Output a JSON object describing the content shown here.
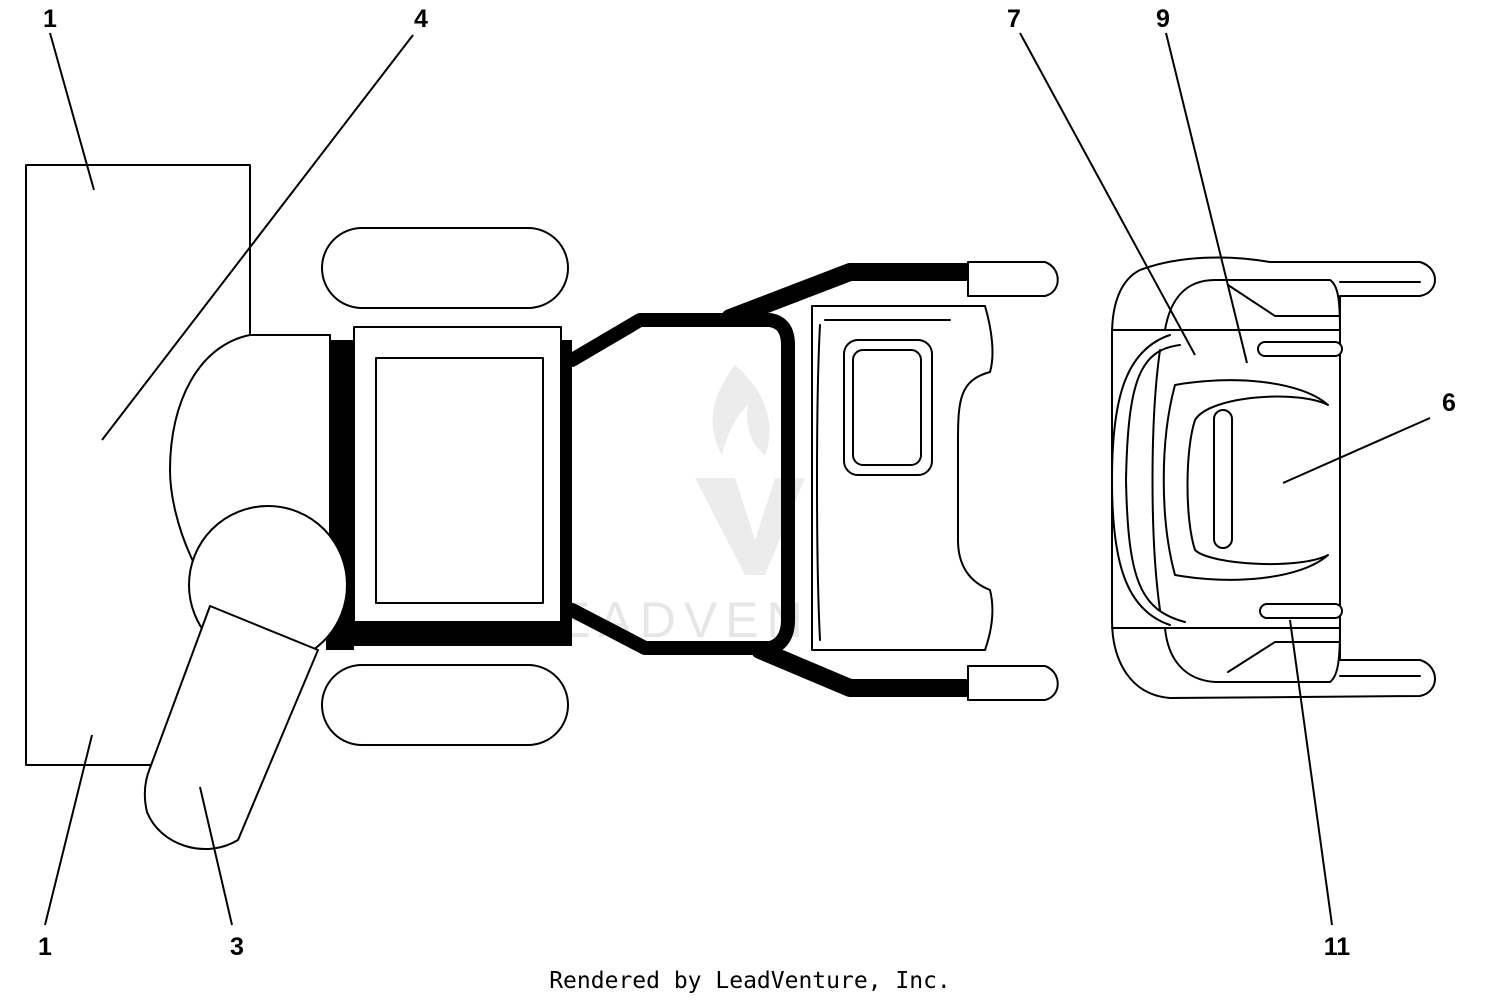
{
  "callouts": [
    {
      "id": "c1a",
      "label": "1"
    },
    {
      "id": "c4",
      "label": "4"
    },
    {
      "id": "c7",
      "label": "7"
    },
    {
      "id": "c9",
      "label": "9"
    },
    {
      "id": "c6",
      "label": "6"
    },
    {
      "id": "c1b",
      "label": "1"
    },
    {
      "id": "c3",
      "label": "3"
    },
    {
      "id": "c11",
      "label": "11"
    }
  ],
  "watermark": {
    "text": "LEADVENTURE"
  },
  "footer": {
    "text": "Rendered by LeadVenture, Inc."
  }
}
